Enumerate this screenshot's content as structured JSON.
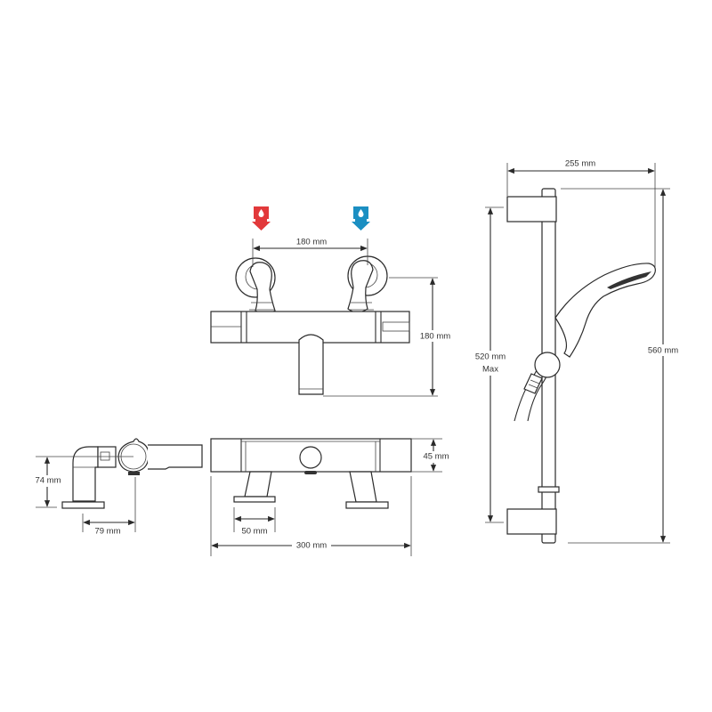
{
  "colors": {
    "hot": "#e2393b",
    "cold": "#1b8fc2",
    "line": "#2a2a2a"
  },
  "icons": {
    "hot_supply": "hot-water-inlet-icon",
    "cold_supply": "cold-water-inlet-icon"
  },
  "front_view": {
    "inlet_spacing": "180 mm",
    "height": "180 mm"
  },
  "side_view": {
    "inlet_height": "74 mm",
    "projection": "79 mm"
  },
  "top_view": {
    "body_height": "45 mm",
    "leg_width": "50 mm",
    "overall_width": "300 mm"
  },
  "shower_kit": {
    "projection": "255 mm",
    "bracket_spacing": "520 mm",
    "bracket_spacing_note": "Max",
    "rail_length": "560 mm"
  }
}
